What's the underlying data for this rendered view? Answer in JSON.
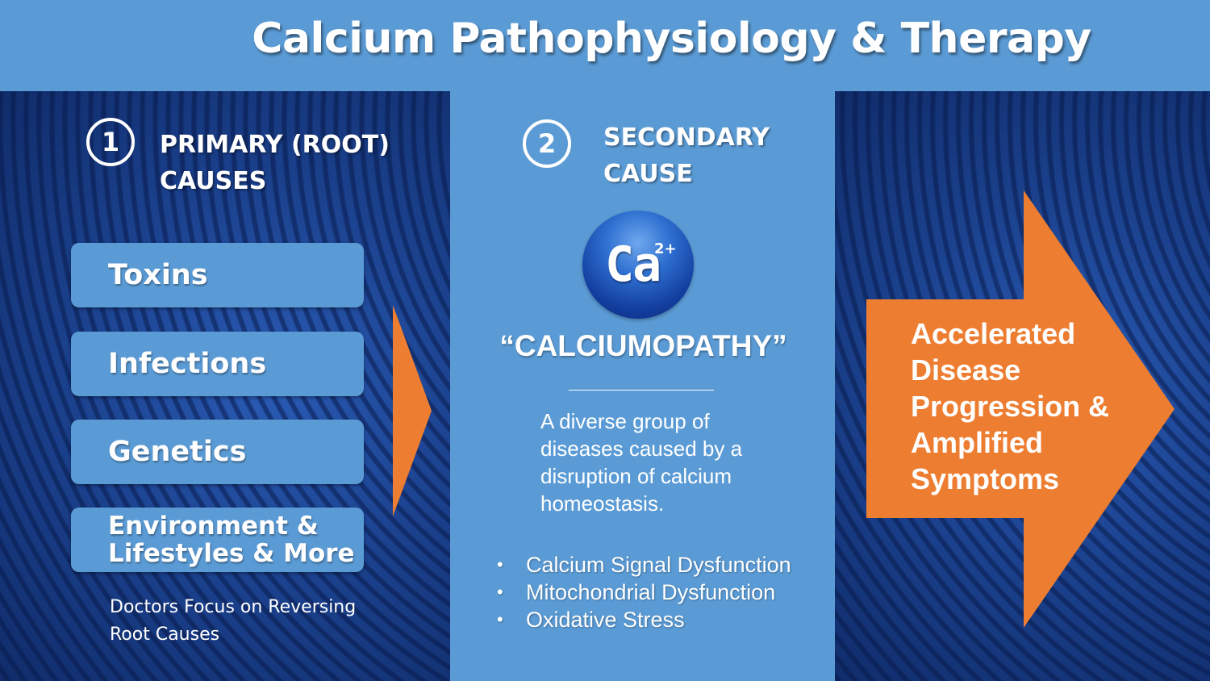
{
  "title": "Calcium Pathophysiology & Therapy",
  "primary": {
    "number": "1",
    "heading_lines": [
      "PRIMARY (ROOT)",
      "CAUSES"
    ],
    "causes": [
      "Toxins",
      "Infections",
      "Genetics"
    ],
    "last_cause_lines": [
      "Environment &",
      "Lifestyles & More"
    ],
    "note_lines": [
      "Doctors Focus on Reversing",
      "Root Causes"
    ]
  },
  "secondary": {
    "number": "2",
    "heading_lines": [
      "SECONDARY",
      "CAUSE"
    ],
    "ion_symbol": "Ca",
    "ion_charge": "2+",
    "term": "“CALCIUMOPATHY”",
    "definition_lines": [
      "A diverse group of",
      "diseases caused by a",
      "disruption of calcium",
      "homeostasis."
    ],
    "bullets": [
      "Calcium Signal Dysfunction",
      "Mitochondrial Dysfunction",
      "Oxidative Stress"
    ]
  },
  "outcome": {
    "lines": [
      "Accelerated",
      "Disease",
      "Progression &",
      "Amplified",
      "Symptoms"
    ]
  },
  "colors": {
    "light_blue": "#5b9bd5",
    "dark_blue": "#1a3f8a",
    "orange": "#ed7d31",
    "text": "#ffffff"
  }
}
